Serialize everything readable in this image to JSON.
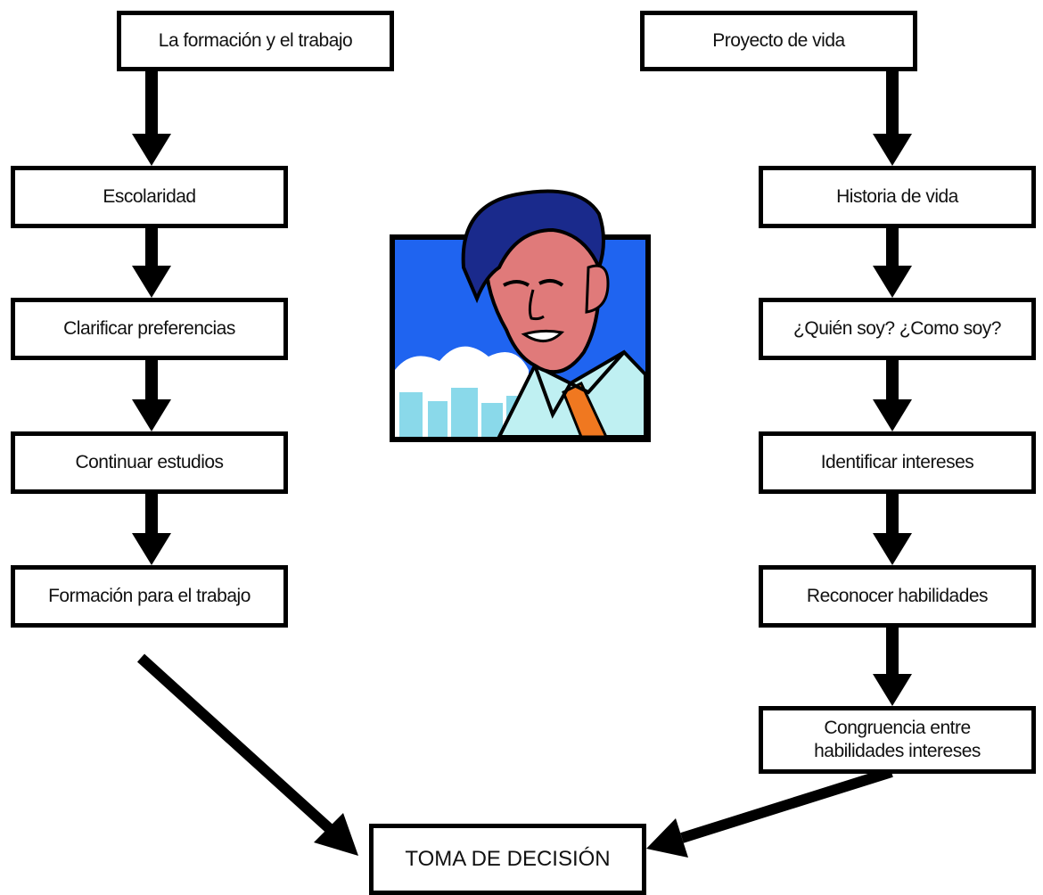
{
  "diagram": {
    "left_column": [
      "La formación y el trabajo",
      "Escolaridad",
      "Clarificar preferencias",
      "Continuar estudios",
      "Formación para el trabajo"
    ],
    "right_column": [
      "Proyecto de vida",
      "Historia de vida",
      "¿Quién soy? ¿Como soy?",
      "Identificar intereses",
      "Reconocer habilidades"
    ],
    "right_last": {
      "line1": "Congruencia entre",
      "line2": "habilidades intereses"
    },
    "final": "TOMA DE DECISIÓN",
    "colors": {
      "sky": "#1f64f0",
      "skin": "#e07a7a",
      "hair": "#1a2a8c",
      "shirt": "#bff0f2",
      "tie": "#f07820",
      "cloud": "#ffffff",
      "buildings": "#8ad9ea"
    },
    "illustration": "businessman-clipart"
  }
}
